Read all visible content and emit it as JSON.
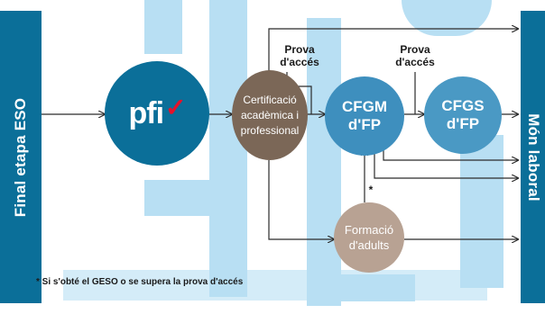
{
  "left_bar": {
    "label": "Final etapa ESO"
  },
  "right_bar": {
    "label": "Món laboral"
  },
  "nodes": {
    "pfi": {
      "label": "pfi",
      "mark": "✓"
    },
    "certificacio": {
      "line1": "Certificació",
      "line2": "acadèmica i",
      "line3": "professional"
    },
    "cfgm": {
      "line1": "CFGM",
      "line2": "d'FP"
    },
    "cfgs": {
      "line1": "CFGS",
      "line2": "d'FP"
    },
    "formacio": {
      "line1": "Formació",
      "line2": "d'adults"
    }
  },
  "labels": {
    "prova1": {
      "line1": "Prova",
      "line2": "d'accés"
    },
    "prova2": {
      "line1": "Prova",
      "line2": "d'accés"
    },
    "asterisk": "*"
  },
  "footnote": "* Si s'obté el GESO o se supera la prova d'accés",
  "colors": {
    "side_bar": "#0b6f99",
    "pfi_circle": "#0b6f99",
    "cfgm_circle": "#3e8fbe",
    "cfgs_circle": "#4a99c4",
    "certificacio_circle": "#7b6757",
    "formacio_circle": "#b8a293",
    "pfi_check": "#e6112a",
    "background_letters": "#b8dff3",
    "arrow": "#2b2b2b"
  }
}
